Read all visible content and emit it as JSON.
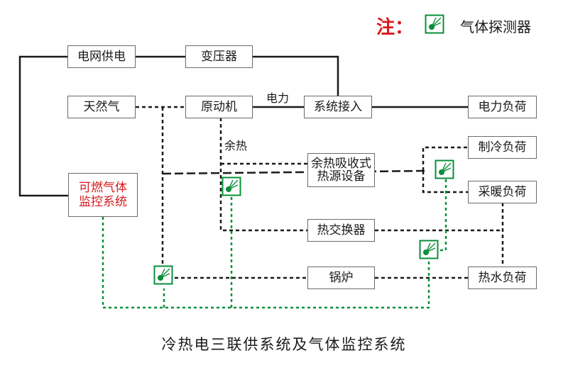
{
  "legend": {
    "prefix": "注：",
    "detector_label": "气体探测器",
    "detector_color": "#0a8f3a"
  },
  "nodes": {
    "grid": "电网供电",
    "transformer": "变压器",
    "gas": "天然气",
    "prime_mover": "原动机",
    "system_access": "系统接入",
    "power_load": "电力负荷",
    "cooling_load": "制冷负荷",
    "heating_load": "采暖负荷",
    "absorption_line1": "余热吸收式",
    "absorption_line2": "热源设备",
    "heat_exchanger": "热交换器",
    "boiler": "锅炉",
    "hot_water_load": "热水负荷",
    "monitor_line1": "可燃气体",
    "monitor_line2": "监控系统"
  },
  "edge_labels": {
    "power": "电力",
    "waste_heat": "余热"
  },
  "caption": "冷热电三联供系统及气体监控系统",
  "colors": {
    "accent_red": "#d7191c",
    "monitor_green": "#0a8f3a",
    "line_black": "#1a1a1a"
  }
}
